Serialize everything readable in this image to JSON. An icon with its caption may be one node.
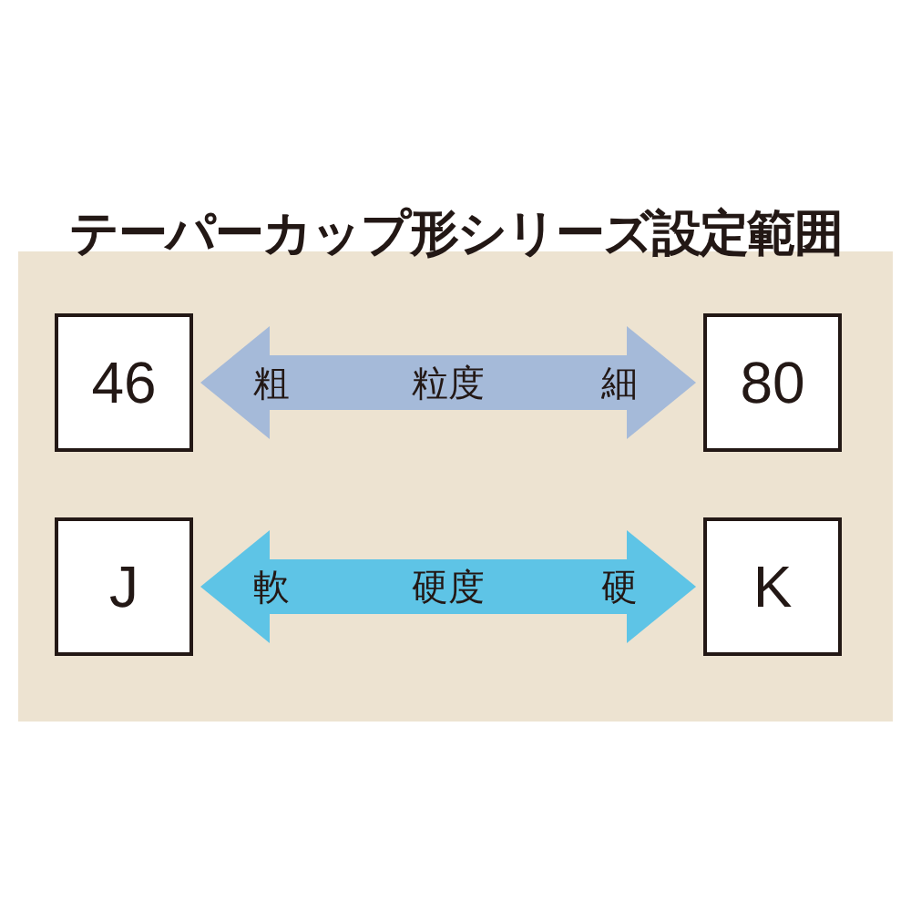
{
  "diagram": {
    "title": "テーパーカップ形シリーズ設定範囲",
    "nodes": [
      {
        "text": [
          "46"
        ]
      },
      {
        "text": [
          "80"
        ]
      },
      {
        "text": [
          "J"
        ]
      },
      {
        "text": [
          "K"
        ]
      }
    ],
    "edges": [
      {
        "from": 0,
        "to": 1,
        "arrow": "both",
        "label": "粒度",
        "color": "#a5bad9"
      },
      {
        "from": 2,
        "to": 3,
        "arrow": "both",
        "label": "硬度",
        "color": "#5ec4e6"
      }
    ],
    "labels": [
      "粗",
      "細",
      "軟",
      "硬"
    ]
  }
}
